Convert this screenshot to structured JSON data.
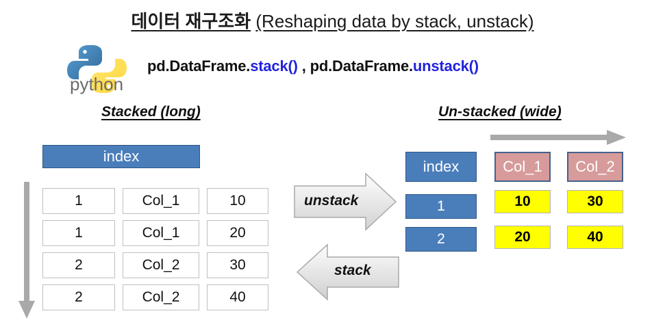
{
  "title": {
    "korean": "데이터 재구조화",
    "english": "(Reshaping data by stack, unstack)"
  },
  "code_line": {
    "prefix_1": "pd.DataFrame.",
    "method_1": "stack()",
    "separator": ",",
    "prefix_2": "pd.DataFrame.",
    "method_2": "unstack()"
  },
  "logo": {
    "name": "python-logo",
    "wordmark": "python"
  },
  "sections": {
    "left_heading": "Stacked (long)",
    "right_heading": "Un-stacked (wide)"
  },
  "left_table": {
    "header": "index",
    "rows": [
      {
        "index": "1",
        "column": "Col_1",
        "value": "10"
      },
      {
        "index": "1",
        "column": "Col_1",
        "value": "20"
      },
      {
        "index": "2",
        "column": "Col_2",
        "value": "30"
      },
      {
        "index": "2",
        "column": "Col_2",
        "value": "40"
      }
    ]
  },
  "right_table": {
    "headers": [
      "index",
      "Col_1",
      "Col_2"
    ],
    "rows": [
      {
        "index": "1",
        "col_1": "10",
        "col_2": "30"
      },
      {
        "index": "2",
        "col_1": "20",
        "col_2": "40"
      }
    ]
  },
  "arrows": {
    "unstack_label": "unstack",
    "stack_label": "stack",
    "vertical_label": "rows-direction-arrow",
    "horizontal_label": "columns-direction-arrow"
  },
  "colors": {
    "blue_header": "#4a7ebb",
    "blue_border": "#2e5484",
    "pink_header": "#d79b9b",
    "yellow_cell": "#ffff00",
    "arrow_gray": "#a6a6a6",
    "method_blue": "#2222dd"
  }
}
